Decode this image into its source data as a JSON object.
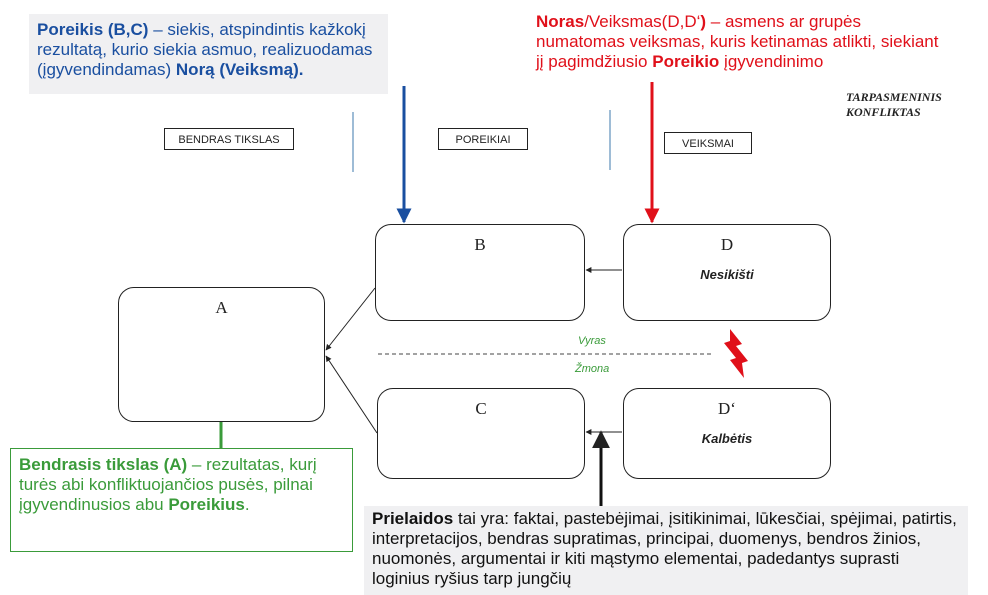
{
  "callouts": {
    "poreikis": {
      "bold": "Poreikis (B,C)",
      "text": " – siekis, atspindintis kažkokį rezultatą, kurio siekia asmuo, realizuodamas (įgyvendindamas) ",
      "bold2": "Norą (Veiksmą)",
      "end": "."
    },
    "noras": {
      "bold": "Noras",
      "text": "/Veiksmas(D,D‘",
      "bold2": ")",
      "text2": " – asmens ar grupės numatomas veiksmas, kuris ketinamas atlikti, siekiant jį pagimdžiusio ",
      "bold3": "Poreikio",
      "end": " įgyvendinimo"
    },
    "bendrasis": {
      "bold": "Bendrasis tikslas (A)",
      "text": " – rezultatas, kurį turės abi konfliktuojančios pusės, pilnai įgyvendinusios abu ",
      "bold2": "Poreikius",
      "end": "."
    },
    "prielaidos": {
      "bold": "Prielaidos",
      "text": " tai yra: faktai, pastebėjimai, įsitikinimai, lūkesčiai, spėjimai, patirtis, interpretacijos, bendras supratimas, principai, duomenys, bendros žinios, nuomonės, argumentai ir kiti mąstymo elementai, padedantys suprasti loginius ryšius tarp jungčių"
    }
  },
  "headers": [
    "BENDRAS TIKSLAS",
    "POREIKIAI",
    "VEIKSMAI"
  ],
  "conflict_title": "TARPASMENINIS KONFLIKTAS",
  "nodes": {
    "A": {
      "letter": "A",
      "sub": ""
    },
    "B": {
      "letter": "B",
      "sub": ""
    },
    "C": {
      "letter": "C",
      "sub": ""
    },
    "D": {
      "letter": "D",
      "sub": "Nesikišti"
    },
    "D2": {
      "letter": "D‘",
      "sub": "Kalbėtis"
    }
  },
  "line_labels": {
    "top": "Vyras",
    "bottom": "Žmona"
  },
  "colors": {
    "blue": "#1a4fa0",
    "red": "#e0101a",
    "green": "#3a9b3a",
    "divider": "#7ea6c9"
  }
}
